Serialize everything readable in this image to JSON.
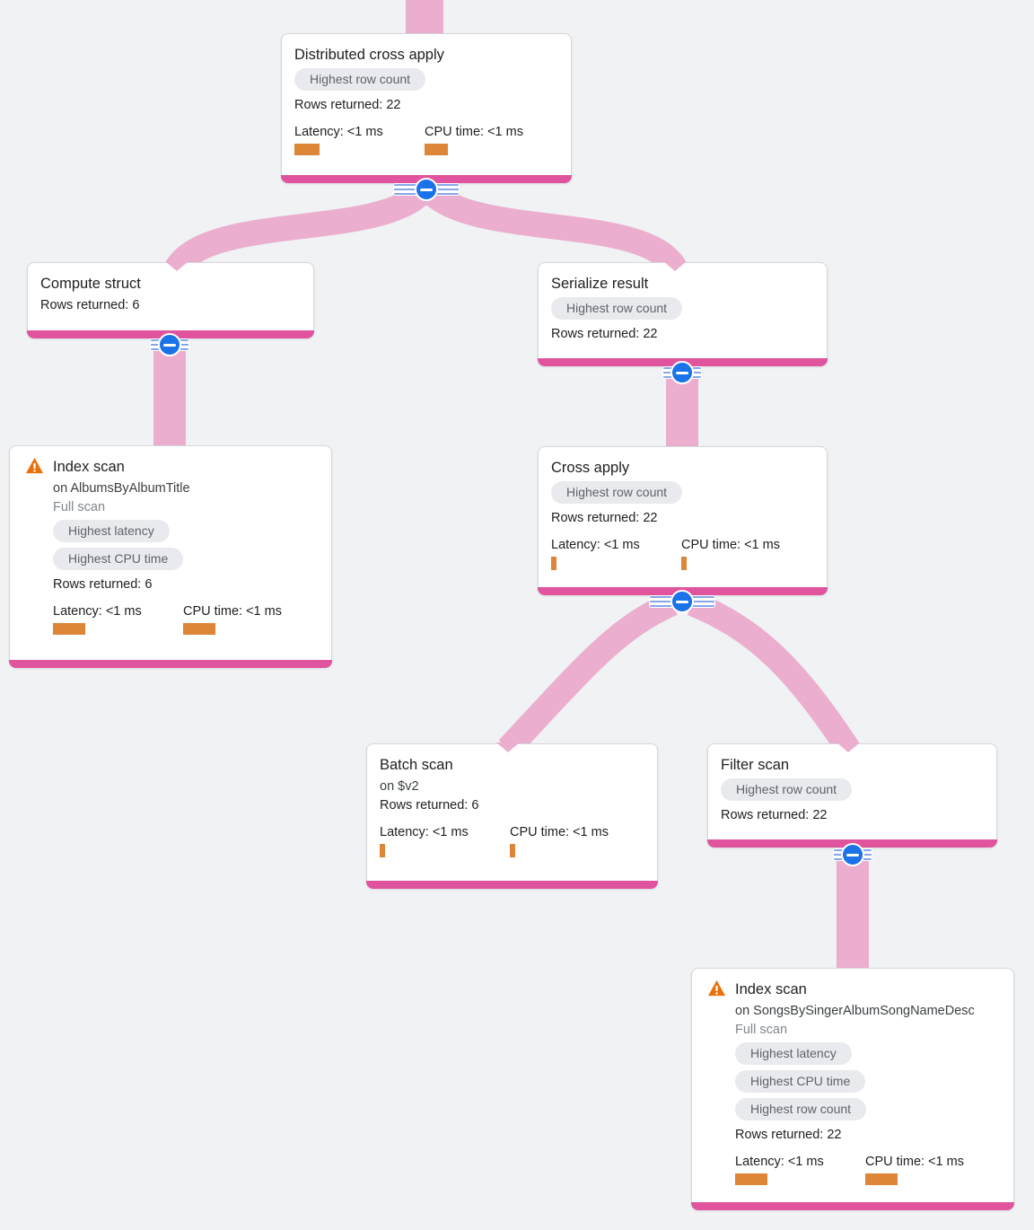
{
  "app": "query-execution-plan-visualizer",
  "colors": {
    "edge_pink": "#EBAECE",
    "accent_pink": "#E0549E",
    "bar_orange": "#DE8638",
    "warning_orange": "#E8710A",
    "collapse_blue": "#1A73E8",
    "chip_gray": "#E8EAED",
    "background": "#F0F2F4"
  },
  "nodes": [
    {
      "id": "distributed-cross-apply",
      "title": "Distributed cross apply",
      "badges": [
        "Highest row count"
      ],
      "rows_returned": "Rows returned: 22",
      "latency": "Latency: <1 ms",
      "cpu": "CPU time: <1 ms"
    },
    {
      "id": "compute-struct",
      "title": "Compute struct",
      "rows_returned": "Rows returned: 6"
    },
    {
      "id": "serialize-result",
      "title": "Serialize result",
      "badges": [
        "Highest row count"
      ],
      "rows_returned": "Rows returned: 22"
    },
    {
      "id": "index-scan-albums",
      "title": "Index scan",
      "subtitle": "on AlbumsByAlbumTitle",
      "scan_type": "Full scan",
      "badges": [
        "Highest latency",
        "Highest CPU time"
      ],
      "rows_returned": "Rows returned: 6",
      "latency": "Latency: <1 ms",
      "cpu": "CPU time: <1 ms"
    },
    {
      "id": "cross-apply",
      "title": "Cross apply",
      "badges": [
        "Highest row count"
      ],
      "rows_returned": "Rows returned: 22",
      "latency": "Latency: <1 ms",
      "cpu": "CPU time: <1 ms"
    },
    {
      "id": "batch-scan",
      "title": "Batch scan",
      "subtitle": "on $v2",
      "rows_returned": "Rows returned: 6",
      "latency": "Latency: <1 ms",
      "cpu": "CPU time: <1 ms"
    },
    {
      "id": "filter-scan",
      "title": "Filter scan",
      "badges": [
        "Highest row count"
      ],
      "rows_returned": "Rows returned: 22"
    },
    {
      "id": "index-scan-songs",
      "title": "Index scan",
      "subtitle": "on SongsBySingerAlbumSongNameDesc",
      "scan_type": "Full scan",
      "badges": [
        "Highest latency",
        "Highest CPU time",
        "Highest row count"
      ],
      "rows_returned": "Rows returned: 22",
      "latency": "Latency: <1 ms",
      "cpu": "CPU time: <1 ms"
    }
  ]
}
